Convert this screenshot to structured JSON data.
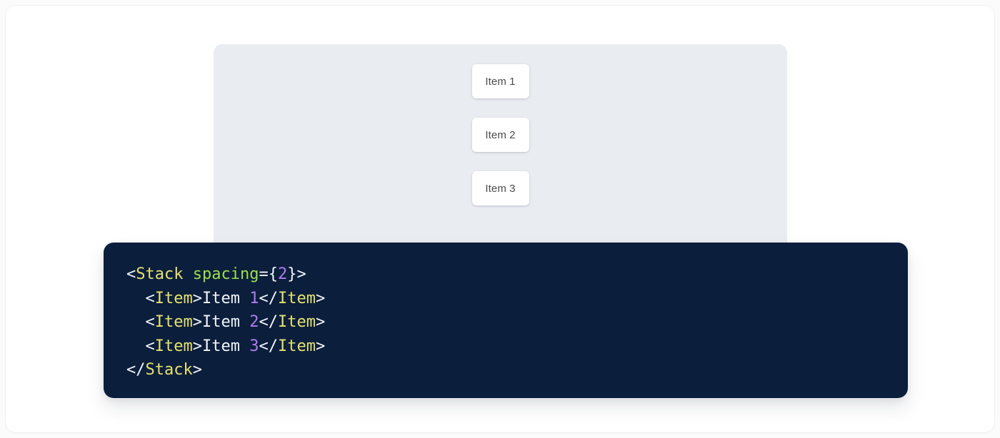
{
  "preview": {
    "container_name": "stack-preview",
    "background_color": "#e9ecf1",
    "items": [
      {
        "label": "Item 1"
      },
      {
        "label": "Item 2"
      },
      {
        "label": "Item 3"
      }
    ]
  },
  "code_panel": {
    "background_color": "#0b1e3c",
    "language": "jsx",
    "colors": {
      "punctuation": "#f2f5fa",
      "tag": "#e6e26f",
      "attribute": "#9fdf4c",
      "number": "#b07bf0",
      "text": "#f2f5fa"
    },
    "lines": [
      {
        "indent": "",
        "tokens": [
          {
            "t": "<",
            "c": "punct"
          },
          {
            "t": "Stack",
            "c": "tag"
          },
          {
            "t": " ",
            "c": "punct"
          },
          {
            "t": "spacing",
            "c": "attr"
          },
          {
            "t": "={",
            "c": "punct"
          },
          {
            "t": "2",
            "c": "num"
          },
          {
            "t": "}>",
            "c": "punct"
          }
        ]
      },
      {
        "indent": "  ",
        "tokens": [
          {
            "t": "<",
            "c": "punct"
          },
          {
            "t": "Item",
            "c": "tag"
          },
          {
            "t": ">",
            "c": "punct"
          },
          {
            "t": "Item ",
            "c": "text"
          },
          {
            "t": "1",
            "c": "num"
          },
          {
            "t": "</",
            "c": "punct"
          },
          {
            "t": "Item",
            "c": "tag"
          },
          {
            "t": ">",
            "c": "punct"
          }
        ]
      },
      {
        "indent": "  ",
        "tokens": [
          {
            "t": "<",
            "c": "punct"
          },
          {
            "t": "Item",
            "c": "tag"
          },
          {
            "t": ">",
            "c": "punct"
          },
          {
            "t": "Item ",
            "c": "text"
          },
          {
            "t": "2",
            "c": "num"
          },
          {
            "t": "</",
            "c": "punct"
          },
          {
            "t": "Item",
            "c": "tag"
          },
          {
            "t": ">",
            "c": "punct"
          }
        ]
      },
      {
        "indent": "  ",
        "tokens": [
          {
            "t": "<",
            "c": "punct"
          },
          {
            "t": "Item",
            "c": "tag"
          },
          {
            "t": ">",
            "c": "punct"
          },
          {
            "t": "Item ",
            "c": "text"
          },
          {
            "t": "3",
            "c": "num"
          },
          {
            "t": "</",
            "c": "punct"
          },
          {
            "t": "Item",
            "c": "tag"
          },
          {
            "t": ">",
            "c": "punct"
          }
        ]
      },
      {
        "indent": "",
        "tokens": [
          {
            "t": "</",
            "c": "punct"
          },
          {
            "t": "Stack",
            "c": "tag"
          },
          {
            "t": ">",
            "c": "punct"
          }
        ]
      }
    ]
  }
}
